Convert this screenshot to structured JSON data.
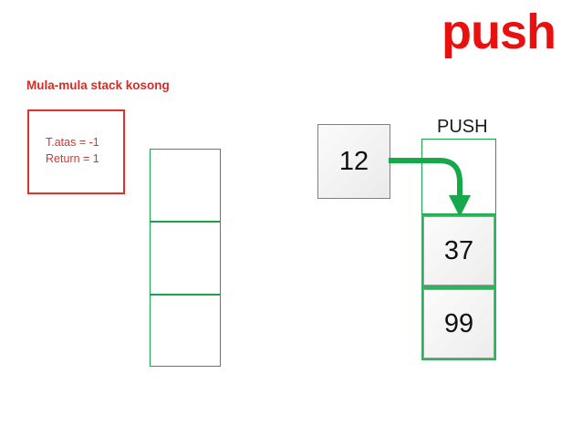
{
  "slide": {
    "title": "push",
    "caption": "Mula-mula stack kosong"
  },
  "colors": {
    "title_red": "#e8110f",
    "caption_red": "#d82b24",
    "box_red": "#e0302a",
    "stack_green": "#1aa34a",
    "arrow_green": "#17a84c",
    "value_gray_border": "#7f7f7f",
    "text_black": "#111111"
  },
  "info_box": {
    "lines": [
      "T.atas = -1",
      "Return = 1"
    ],
    "line1": "T.atas = -1",
    "line2": "Return = 1"
  },
  "empty_stack": {
    "cells": [
      {
        "value": ""
      },
      {
        "value": ""
      },
      {
        "value": ""
      }
    ]
  },
  "push_operation": {
    "label": "PUSH",
    "incoming_value": "12",
    "arrow": "curved-down-arrow"
  },
  "target_stack": {
    "cells": [
      {
        "value": "",
        "filled": false
      },
      {
        "value": "37",
        "filled": true
      },
      {
        "value": "99",
        "filled": true
      }
    ],
    "top_empty_slot": "",
    "cell1_value": "37",
    "cell2_value": "99"
  }
}
